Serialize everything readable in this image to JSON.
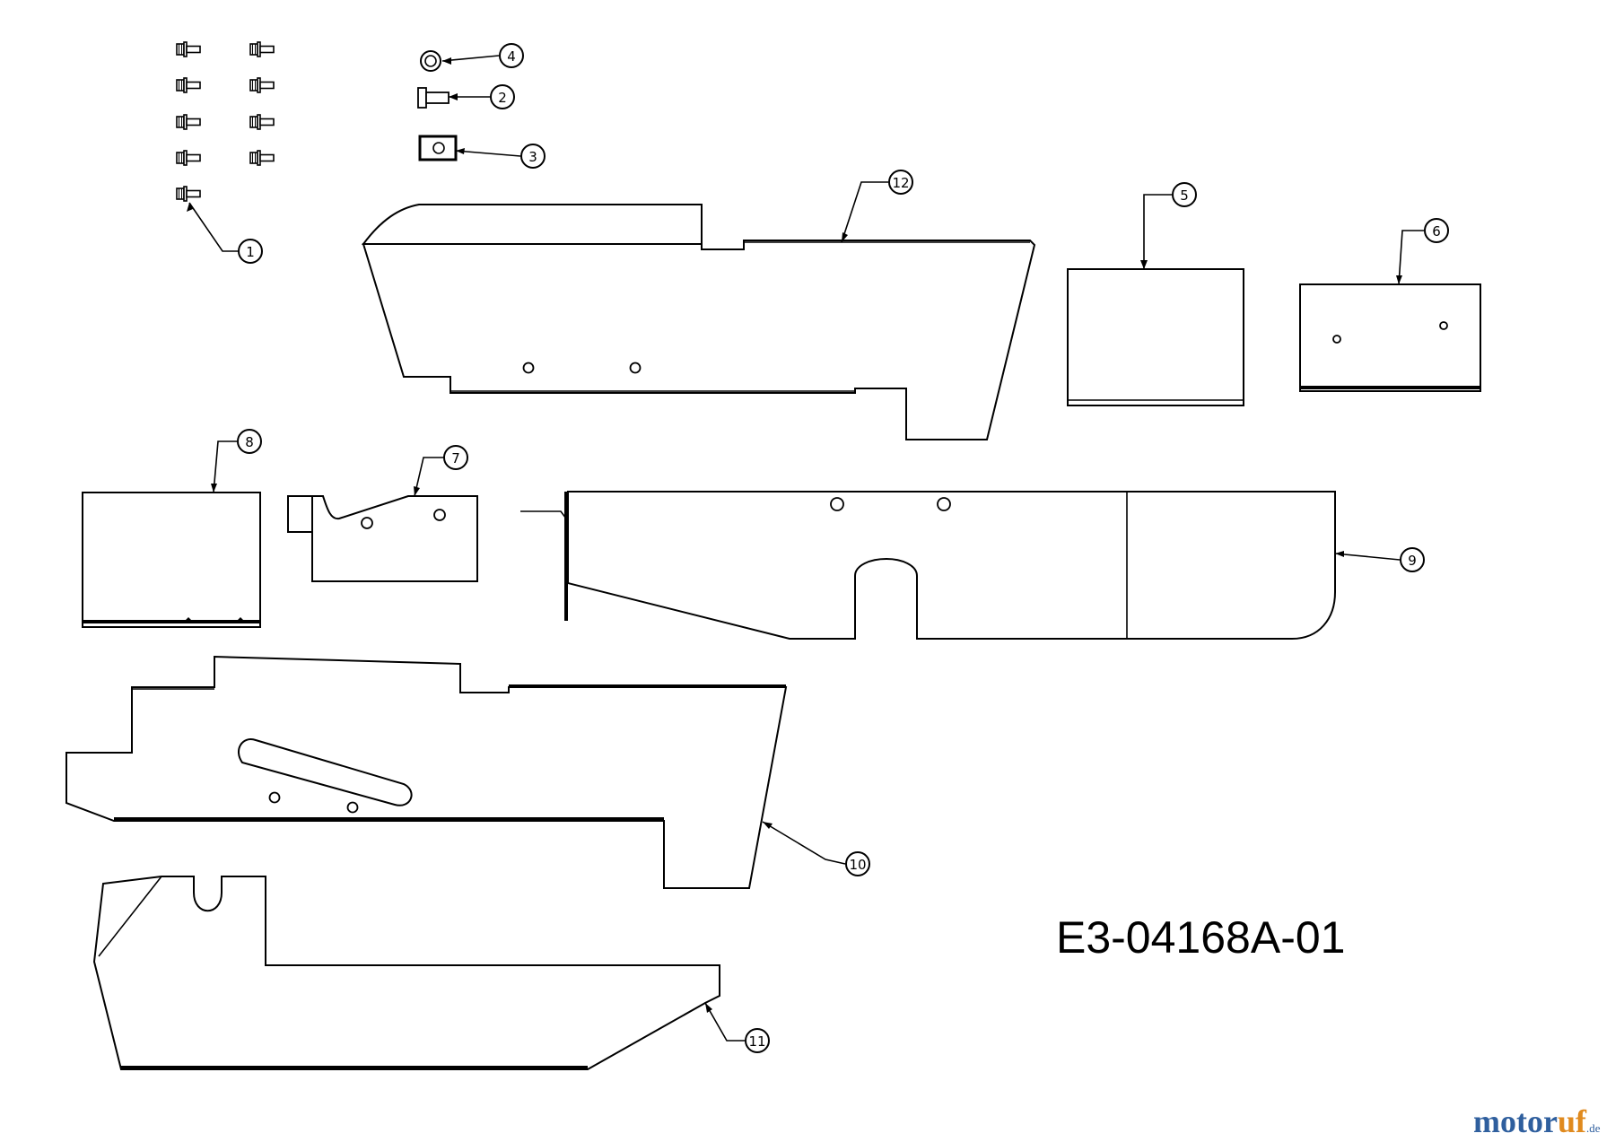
{
  "diagram": {
    "code": "E3-04168A-01",
    "watermark": {
      "part1": "motor",
      "part2": "uf",
      "suffix": ".de"
    },
    "callouts": [
      {
        "id": "c1",
        "label": "1"
      },
      {
        "id": "c2",
        "label": "2"
      },
      {
        "id": "c3",
        "label": "3"
      },
      {
        "id": "c4",
        "label": "4"
      },
      {
        "id": "c5",
        "label": "5"
      },
      {
        "id": "c6",
        "label": "6"
      },
      {
        "id": "c7",
        "label": "7"
      },
      {
        "id": "c8",
        "label": "8"
      },
      {
        "id": "c9",
        "label": "9"
      },
      {
        "id": "c10",
        "label": "10"
      },
      {
        "id": "c11",
        "label": "11"
      },
      {
        "id": "c12",
        "label": "12"
      }
    ]
  }
}
